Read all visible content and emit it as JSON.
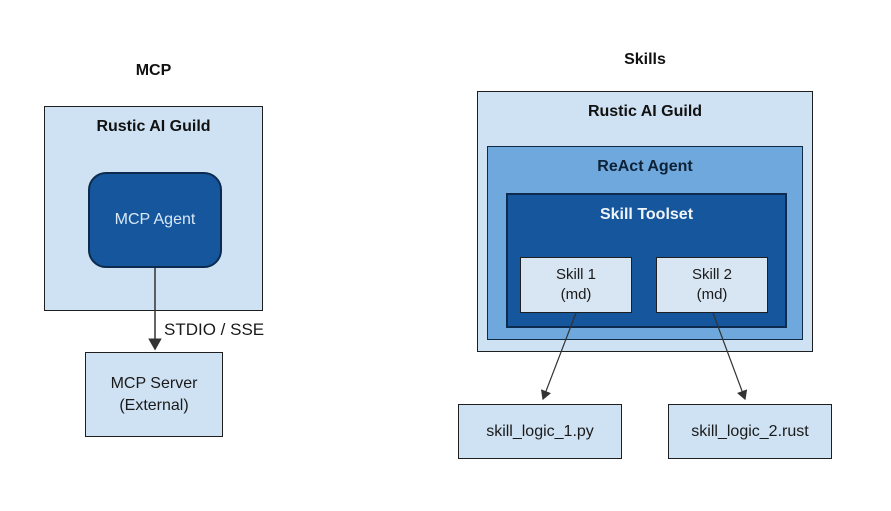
{
  "mcp_diagram": {
    "title": "MCP",
    "guild_label": "Rustic AI Guild",
    "agent_label": "MCP Agent",
    "server_line1": "MCP Server",
    "server_line2": "(External)",
    "edge_label": "STDIO / SSE"
  },
  "skills_diagram": {
    "title": "Skills",
    "guild_label": "Rustic AI Guild",
    "react_agent_label": "ReAct Agent",
    "toolset_label": "Skill Toolset",
    "skill1_line1": "Skill 1",
    "skill1_line2": "(md)",
    "skill2_line1": "Skill 2",
    "skill2_line2": "(md)",
    "logic1_label": "skill_logic_1.py",
    "logic2_label": "skill_logic_2.rust"
  },
  "edges": [
    {
      "from": "mcp-agent",
      "to": "mcp-server",
      "label": "STDIO / SSE"
    },
    {
      "from": "skill-1",
      "to": "skill_logic_1.py",
      "label": ""
    },
    {
      "from": "skill-2",
      "to": "skill_logic_2.rust",
      "label": ""
    }
  ],
  "colors": {
    "light_blue_fill": "#cfe2f3",
    "skill_box_fill": "#d8e5f3",
    "medium_blue_fill": "#6fa8dc",
    "dark_blue_fill": "#15569c",
    "dark_border": "#0d2b4e",
    "default_border": "#1f1f1f",
    "dark_text": "#111111",
    "light_text_on_dark": "#d9e8f7",
    "white_text_on_dark": "#f0f5fb",
    "arrow_stroke": "#333333"
  }
}
